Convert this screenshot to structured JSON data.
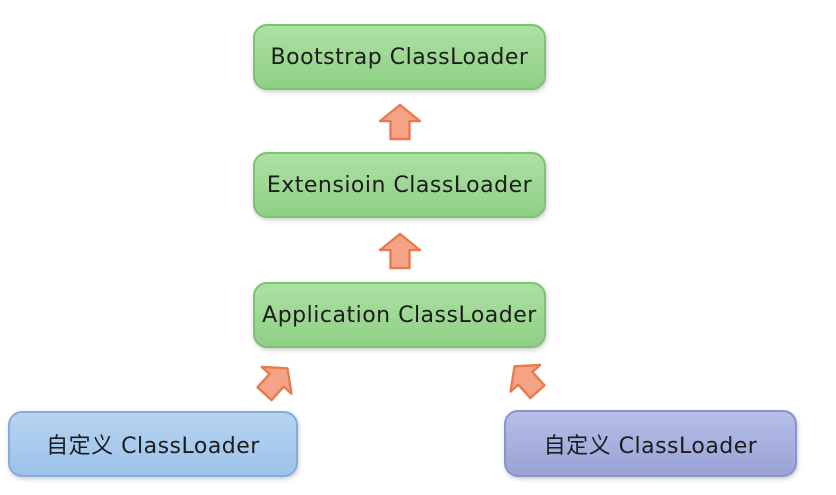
{
  "diagram": {
    "nodes": {
      "bootstrap": {
        "label": "Bootstrap ClassLoader"
      },
      "extension": {
        "label": "Extensioin ClassLoader"
      },
      "application": {
        "label": "Application ClassLoader"
      },
      "custom_left": {
        "label": "自定义 ClassLoader"
      },
      "custom_right": {
        "label": "自定义 ClassLoader"
      }
    },
    "arrows": [
      {
        "name": "extension-to-bootstrap",
        "direction": "up"
      },
      {
        "name": "application-to-extension",
        "direction": "up"
      },
      {
        "name": "custom-left-to-application",
        "direction": "up-right"
      },
      {
        "name": "custom-right-to-application",
        "direction": "up-left"
      }
    ],
    "colors": {
      "green_fill_top": "#ade1a3",
      "green_fill_bottom": "#8fd085",
      "green_border": "#7cc372",
      "blue_fill_top": "#b7d4f2",
      "blue_fill_bottom": "#9cc2ea",
      "blue_border": "#85acdc",
      "purple_fill_top": "#b6bee8",
      "purple_fill_bottom": "#99a3d5",
      "purple_border": "#8a94cc",
      "arrow_fill": "#f5a386",
      "arrow_border": "#e9794e",
      "text": "#1c1c1c",
      "background": "#ffffff"
    }
  }
}
